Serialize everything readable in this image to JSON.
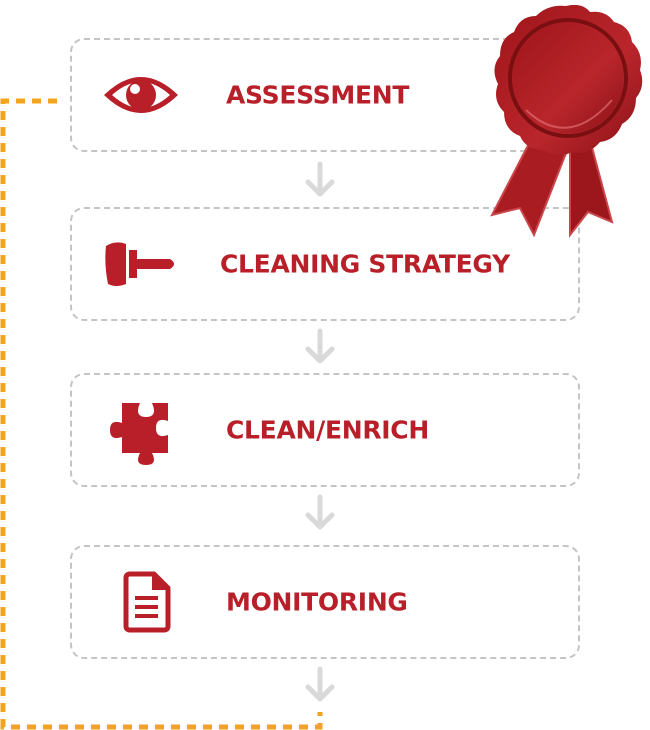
{
  "colors": {
    "accent": "#b81f28",
    "loop": "#f3a41f",
    "arrow": "#d9d9d9",
    "border": "#c4c4c4"
  },
  "steps": [
    {
      "label": "ASSESSMENT",
      "icon": "eye-icon"
    },
    {
      "label": "CLEANING STRATEGY",
      "icon": "brush-icon"
    },
    {
      "label": "CLEAN/ENRICH",
      "icon": "puzzle-icon"
    },
    {
      "label": "MONITORING",
      "icon": "document-icon"
    }
  ],
  "badge": {
    "icon": "wax-seal-ribbon-icon"
  }
}
